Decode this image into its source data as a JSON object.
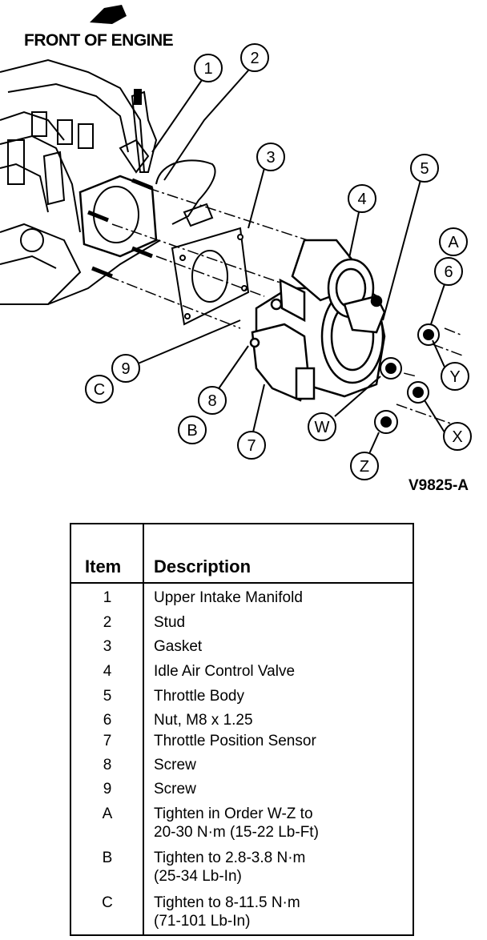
{
  "header": {
    "front_label": "FRONT OF ENGINE"
  },
  "figure_code": "V9825-A",
  "callouts": {
    "c1": "1",
    "c2": "2",
    "c3": "3",
    "c4": "4",
    "c5": "5",
    "c6": "6",
    "c7": "7",
    "c8": "8",
    "c9": "9",
    "cA": "A",
    "cB": "B",
    "cC": "C",
    "cW": "W",
    "cX": "X",
    "cY": "Y",
    "cZ": "Z"
  },
  "legend": {
    "col_item": "Item",
    "col_description": "Description",
    "rows": [
      {
        "item": "1",
        "description": "Upper Intake Manifold"
      },
      {
        "item": "2",
        "description": "Stud"
      },
      {
        "item": "3",
        "description": "Gasket"
      },
      {
        "item": "4",
        "description": "Idle Air Control Valve"
      },
      {
        "item": "5",
        "description": "Throttle Body"
      },
      {
        "item": "6",
        "description": "Nut, M8 x 1.25"
      },
      {
        "item": "7",
        "description": "Throttle Position Sensor"
      },
      {
        "item": "8",
        "description": "Screw"
      },
      {
        "item": "9",
        "description": "Screw"
      },
      {
        "item": "A",
        "description": "Tighten in Order W-Z to\n20-30 N·m (15-22 Lb-Ft)"
      },
      {
        "item": "B",
        "description": "Tighten to 2.8-3.8 N·m\n(25-34 Lb-In)"
      },
      {
        "item": "C",
        "description": "Tighten to 8-11.5 N·m\n(71-101 Lb-In)"
      }
    ]
  }
}
